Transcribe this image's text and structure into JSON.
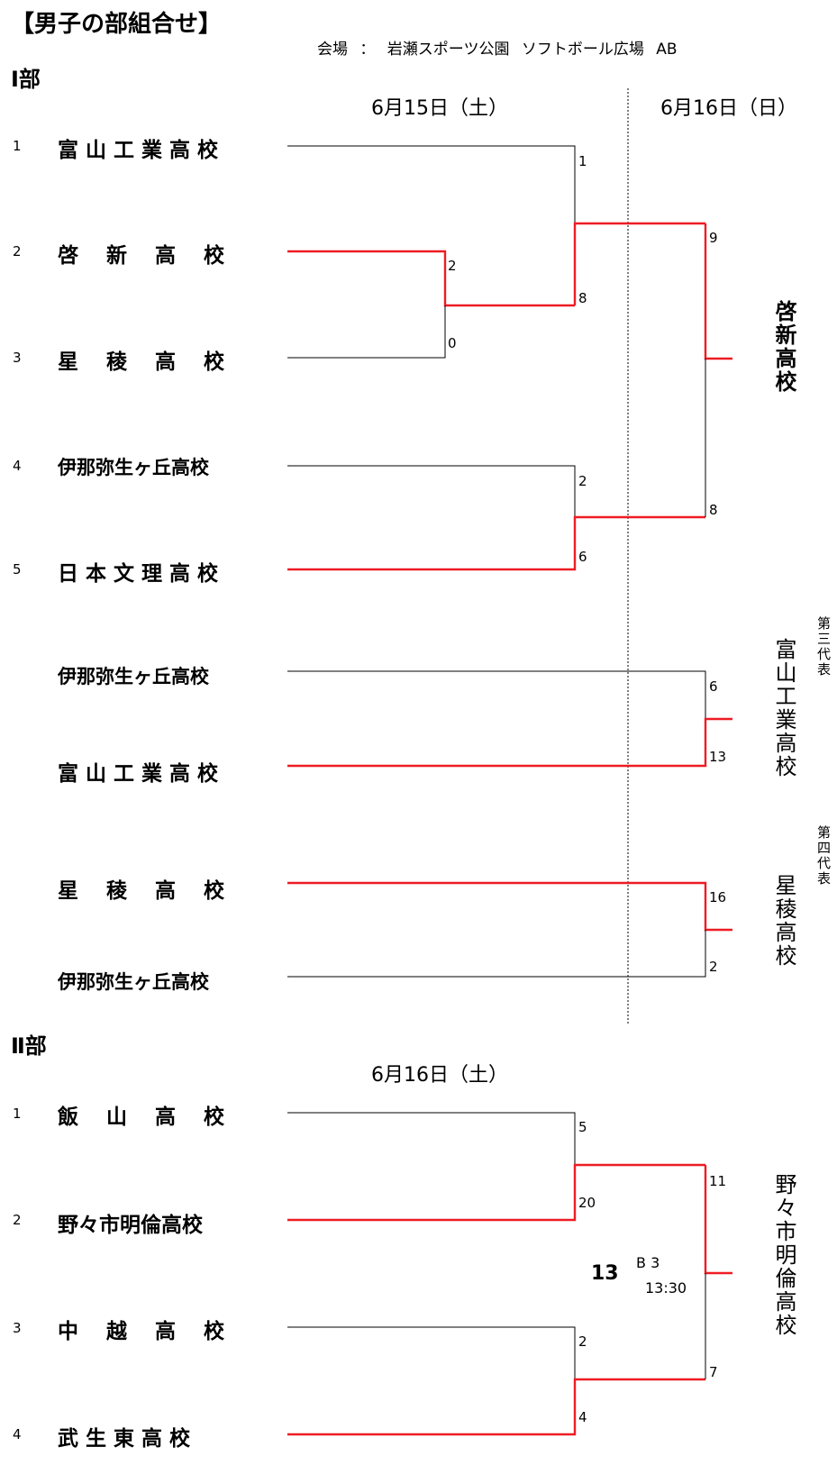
{
  "title": "【男子の部組合せ】",
  "venue": "会場 ： 岩瀬スポーツ公園 ソフトボール広場 AB",
  "division1": {
    "label": "Ⅰ部",
    "date_left": "6月15日（土）",
    "date_right": "6月16日（日）",
    "seeds": [
      "1",
      "2",
      "3",
      "4",
      "5"
    ],
    "teams": [
      "富 山 工 業 高 校",
      "啓　 新　 高　 校",
      "星　 稜　 高　 校",
      "伊那弥生ヶ丘高校",
      "日 本 文 理 高 校"
    ],
    "scores": {
      "r1_top": "2",
      "r1_bottom": "0",
      "qf1_top": "1",
      "qf1_bottom": "8",
      "qf2_top": "2",
      "qf2_bottom": "6",
      "final_top": "9",
      "final_bottom": "8"
    },
    "winner": "啓新高校",
    "third_place": {
      "teams": [
        "伊那弥生ヶ丘高校",
        "富 山 工 業 高 校"
      ],
      "scores": [
        "6",
        "13"
      ],
      "label": "第三代表",
      "winner": "富山工業高校"
    },
    "fourth_place": {
      "teams": [
        "星　 稜　 高　 校",
        "伊那弥生ヶ丘高校"
      ],
      "scores": [
        "16",
        "2"
      ],
      "label": "第四代表",
      "winner": "星稜高校"
    }
  },
  "division2": {
    "label": "Ⅱ部",
    "date": "6月16日（土）",
    "seeds": [
      "1",
      "2",
      "3",
      "4"
    ],
    "teams": [
      "飯　 山　 高　 校",
      "野々市明倫高校",
      "中　 越　 高　 校",
      "武 生 東 高 校"
    ],
    "scores": {
      "sf1_top": "5",
      "sf1_bottom": "20",
      "sf2_top": "2",
      "sf2_bottom": "4",
      "final_top": "11",
      "final_bottom": "7"
    },
    "match_number": "13",
    "court": "B 3",
    "time": "13:30",
    "winner": "野々市明倫高校"
  },
  "colors": {
    "win_line": "#ee1c24",
    "line": "#000000"
  }
}
